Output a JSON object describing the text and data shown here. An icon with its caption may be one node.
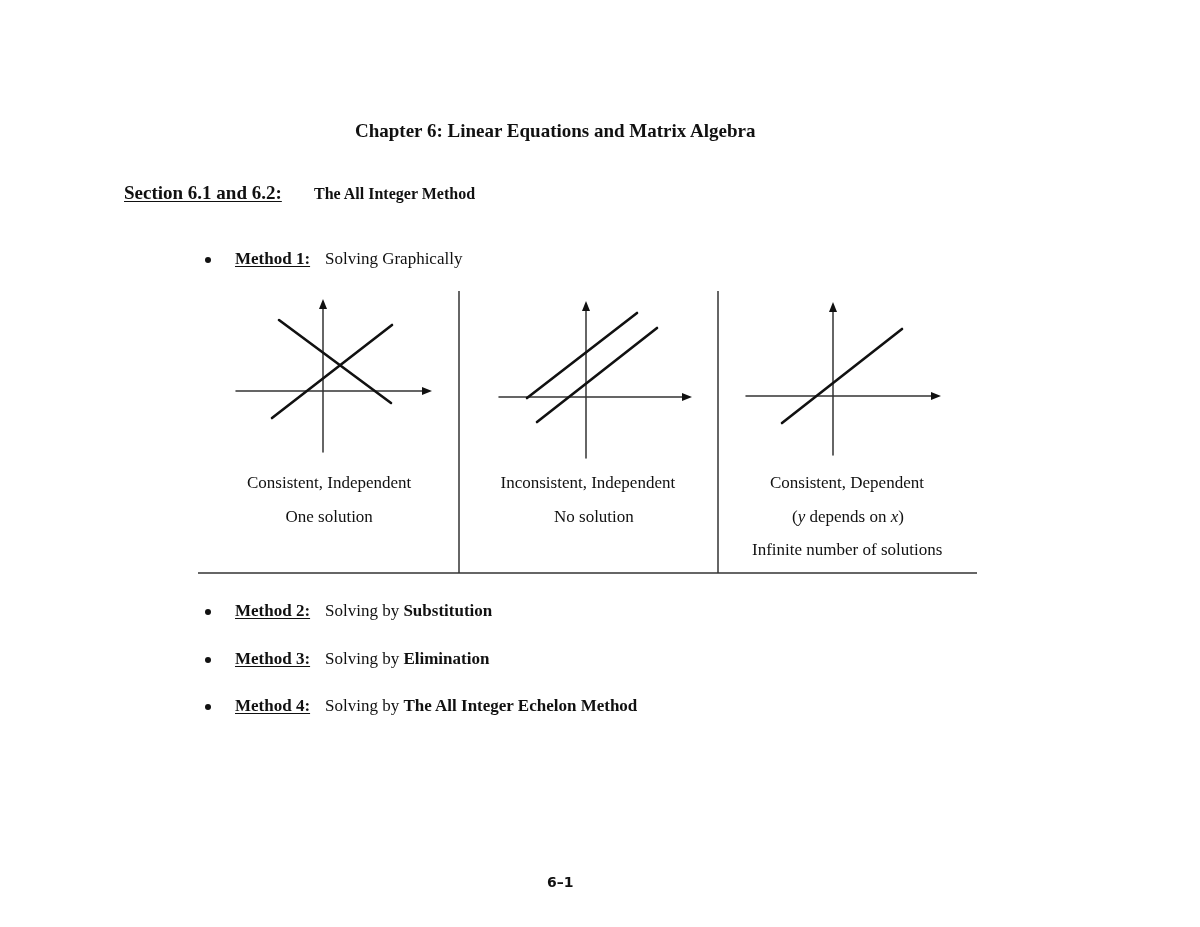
{
  "diagram": {
    "title": "Chapter 6: Linear Equations and Matrix Algebra",
    "labels": [
      "Section 6.1 and 6.2:",
      "The All Integer Method",
      "Method 1:",
      "Solving Graphically",
      "Consistent, Independent",
      "Inconsistent, Independent",
      "Consistent, Dependent",
      "One solution",
      "No solution",
      "(*y* depends on *x*)",
      "Infinite number of solutions",
      "Method 2:",
      "Solving by **Substitution**",
      "Method 3:",
      "Solving by **Elimination**",
      "Method 4:",
      "Solving by **The All Integer Echelon Method**",
      "6–1"
    ]
  }
}
